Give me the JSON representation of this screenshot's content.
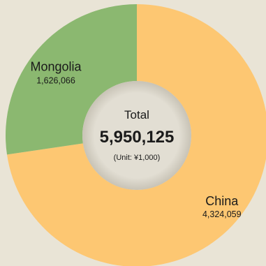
{
  "chart_data": {
    "type": "pie",
    "style": "donut",
    "slices": [
      {
        "label": "China",
        "value": 4324059,
        "value_label": "4,324,059",
        "color": "#fdc772"
      },
      {
        "label": "Mongolia",
        "value": 1626066,
        "value_label": "1,626,066",
        "color": "#8bb870"
      }
    ],
    "center": {
      "heading": "Total",
      "total": "5,950,125",
      "unit": "(Unit: ¥1,000)"
    },
    "hole_color": "#ddd9cd",
    "background": "#e9e4d6",
    "start": "top",
    "direction": "clockwise",
    "legend": "none"
  }
}
